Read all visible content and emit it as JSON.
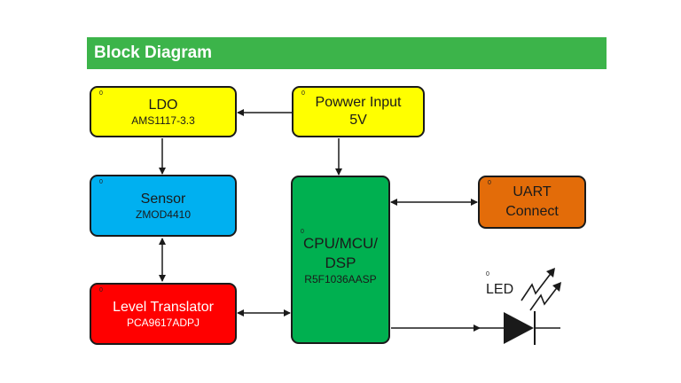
{
  "header": {
    "title": "Block Diagram"
  },
  "blocks": {
    "ldo": {
      "tag": "0",
      "title": "LDO",
      "part": "AMS1117-3.3"
    },
    "power": {
      "tag": "0",
      "title": "Powwer Input",
      "detail": "5V"
    },
    "sensor": {
      "tag": "0",
      "title": "Sensor",
      "part": "ZMOD4410"
    },
    "level": {
      "tag": "0",
      "title": "Level Translator",
      "part": "PCA9617ADPJ"
    },
    "cpu": {
      "tag": "0",
      "title_line1": "CPU/MCU/",
      "title_line2": "DSP",
      "part": "R5F1036AASP"
    },
    "uart": {
      "tag": "0",
      "title_line1": "UART",
      "title_line2": "Connect"
    },
    "led": {
      "tag": "0",
      "label": "LED"
    }
  },
  "colors": {
    "banner": "#3cb44a",
    "yellow": "#ffff00",
    "sensor": "#00b0f0",
    "level": "#ff0000",
    "cpu": "#00b050",
    "uart": "#e36c09",
    "line": "#1a1a1a"
  }
}
